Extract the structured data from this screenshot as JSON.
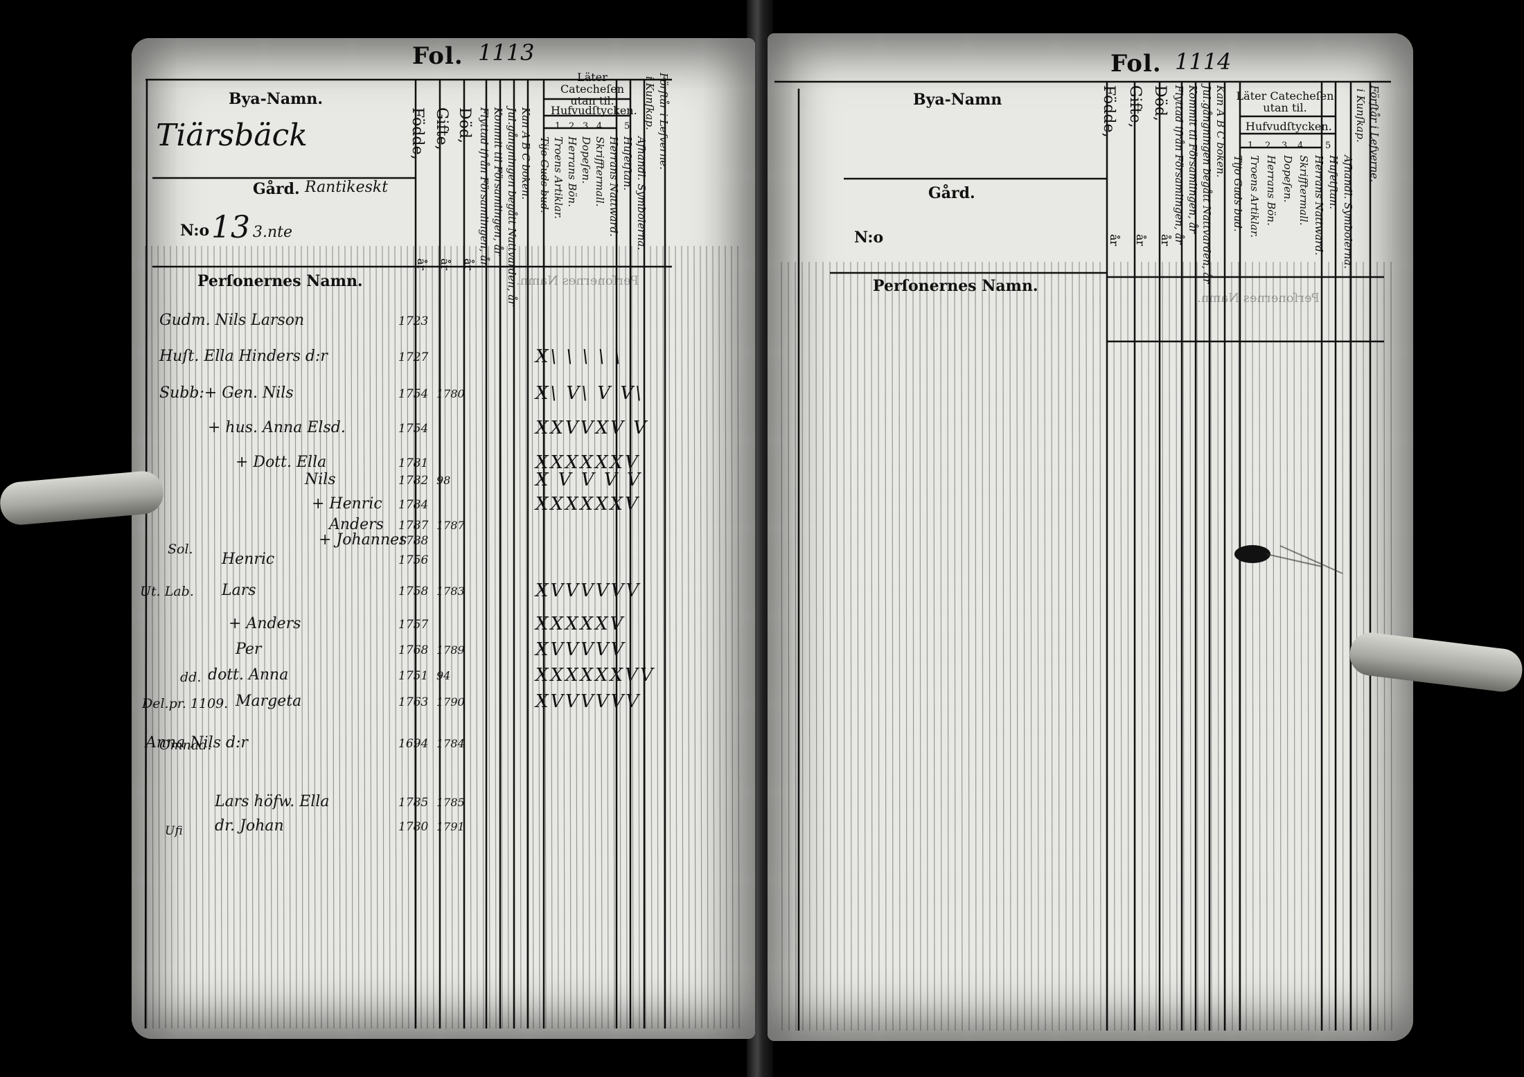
{
  "left": {
    "folio_label": "Fol.",
    "folio_number": "1113",
    "bya_label": "Bya-Namn.",
    "village_name": "Tiärsbäck",
    "gard_label": "Gård.",
    "gard_value": "Rantikeskt",
    "no_label": "N:o",
    "no_value": "13",
    "no_note": "3.nte",
    "persons_label": "Perſonernes Namn.",
    "col_fodd": "Födde,",
    "col_gift": "Gifte,",
    "col_dod": "Död,",
    "col_flyttad": "Flyttad ifrån Församlingen, år",
    "col_kommit": "Kommit til Församlingen, år",
    "col_gang": "Jul.gångningen begått Nattvarden, år",
    "col_kan": "Kan A B C boken.",
    "cat_header": "Läter Catecheſen utan til.",
    "huf_header": "Hufvudſtycken.",
    "nums": [
      "1",
      "2",
      "3",
      "4",
      "5"
    ],
    "sub_cols": [
      "Tijo Guds bud.",
      "Troens Artiklar.",
      "Herrans Bön.",
      "Dopeſen.",
      "Skrifftermall."
    ],
    "col_herrans_natt": "Herrans Nattward.",
    "col_huset": "Huſetſtan.",
    "col_afhand": "Afhandl. Symbolerna.",
    "col_forstar": "Förſtår i Lefverne.",
    "col_kunsk": "i Kunſkap.",
    "ar": "år",
    "bleed": "Perſonernes Namn.",
    "rows": [
      {
        "text": "Gudm. Nils Larson",
        "year": "1723",
        "extra": "",
        "marks": ""
      },
      {
        "text": "Huſt. Ella Hinders d:r",
        "year": "1727",
        "extra": "",
        "marks": "X\\ \\ \\ \\ \\"
      },
      {
        "text": "Subb:+ Gen. Nils",
        "year": "1754",
        "extra": "1780",
        "marks": "X\\ V\\ V V\\"
      },
      {
        "text": "+ hus. Anna Elsd.",
        "year": "1754",
        "extra": "",
        "marks": "XXVVXV V"
      },
      {
        "text": "+ Dott. Ella",
        "year": "1781",
        "extra": "",
        "marks": "XXXXXXV"
      },
      {
        "text": "Nils",
        "year": "1782",
        "extra": "98",
        "marks": "X V V V V"
      },
      {
        "text": "+ Henric",
        "year": "1784",
        "extra": "",
        "marks": "XXXXXXV"
      },
      {
        "text": "Anders",
        "year": "1787",
        "extra": "1787",
        "marks": ""
      },
      {
        "text": "+ Johannes",
        "year": "1788",
        "extra": "",
        "marks": ""
      },
      {
        "text": "Henric",
        "year": "1756",
        "extra": "",
        "marks": ""
      },
      {
        "text": "Lars",
        "year": "1758",
        "extra": "1783",
        "marks": "XVVVVVV"
      },
      {
        "text": "+ Anders",
        "year": "1757",
        "extra": "",
        "marks": "XXXXXV"
      },
      {
        "text": "Per",
        "year": "1768",
        "extra": "1789",
        "marks": "XVVVVV"
      },
      {
        "text": "dott. Anna",
        "year": "1751",
        "extra": "94",
        "marks": "XXXXXXVV"
      },
      {
        "text": "Margeta",
        "year": "1763",
        "extra": "1790",
        "marks": "XVVVVVV"
      },
      {
        "text": "Anna Nils d:r",
        "year": "1694",
        "extra": "1784",
        "marks": ""
      },
      {
        "text": "Lars höfw. Ella",
        "year": "1785",
        "extra": "1785",
        "marks": ""
      },
      {
        "text": "dr. Johan",
        "year": "1780",
        "extra": "1791",
        "marks": ""
      }
    ],
    "margin_notes": [
      "Sol.",
      "Ut. Lab.",
      "dd.",
      "Del.pr. 1109.",
      "Omnad.",
      "Ufi"
    ]
  },
  "right": {
    "folio_label": "Fol.",
    "folio_number": "1114",
    "bya_label": "Bya-Namn",
    "gard_label": "Gård.",
    "no_label": "N:o",
    "persons_label": "Perſonernes Namn.",
    "col_fodd": "Födde,",
    "col_gift": "Gifte,",
    "col_dod": "Död,",
    "col_flyttad": "Flyttad ifrån Församlingen, år",
    "col_kommit": "Kommit til Församlingen, år",
    "col_gang": "Jul.gångningen begått Nattvarden, år",
    "col_kan": "Kan A B C boken.",
    "cat_header": "Läter Catecheſen utan til.",
    "huf_header": "Hufvudſtycken.",
    "nums": [
      "1",
      "2",
      "3",
      "4",
      "5"
    ],
    "sub_cols": [
      "Tijo Guds bud.",
      "Troens Artiklar.",
      "Herrans Bön.",
      "Dopeſen.",
      "Skrifftermall."
    ],
    "col_herrans_natt": "Herrans Nattward.",
    "col_huset": "Huſetſtan.",
    "col_afhand": "Afhandl. Symbolerna.",
    "col_forstar": "Förſtår i Lefverne.",
    "col_kunsk": "i Kunſkap.",
    "ar": "år",
    "bleed": "Perſonernes Namn."
  }
}
